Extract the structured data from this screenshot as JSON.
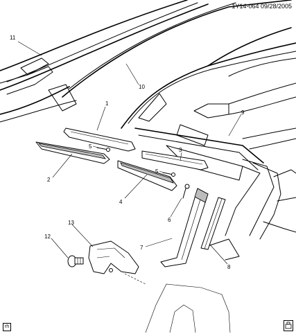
{
  "header": {
    "doc_id": "1Y14-064  09/28/2005"
  },
  "callouts": {
    "c1": "1",
    "c2": "2",
    "c3": "3",
    "c4": "4",
    "c5a": "5",
    "c5b": "5",
    "c6": "6",
    "c7": "7",
    "c8": "8",
    "c9": "9",
    "c10": "10",
    "c11": "11",
    "c12": "12",
    "c13": "13"
  },
  "corner_icons": {
    "bottom_left": "rh",
    "bottom_right": "lh-car-icon"
  }
}
